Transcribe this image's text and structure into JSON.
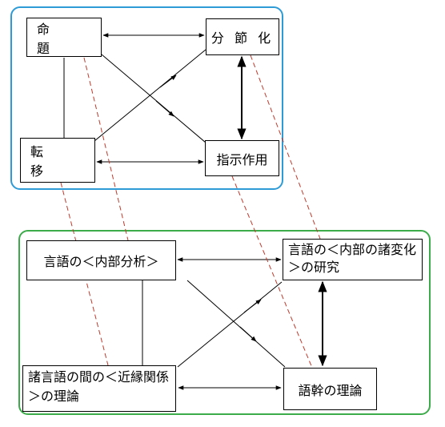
{
  "diagram": {
    "top_group": {
      "nodes": {
        "proposition": "命　題",
        "segmentation": "分 節 化",
        "transfer": "転　移",
        "reference": "指示作用"
      }
    },
    "bottom_group": {
      "nodes": {
        "internal_analysis": "言語の＜内部分析＞",
        "internal_change": "言語の＜内部の諸変化＞の研究",
        "kinship": "諸言語の間の＜近縁関係＞の理論",
        "stem_theory": "語幹の理論"
      }
    },
    "colors": {
      "top_frame": "#2e9bd6",
      "bottom_frame": "#3cab4a",
      "correspondence_lines": "#c0392b",
      "lines": "#000000"
    }
  }
}
